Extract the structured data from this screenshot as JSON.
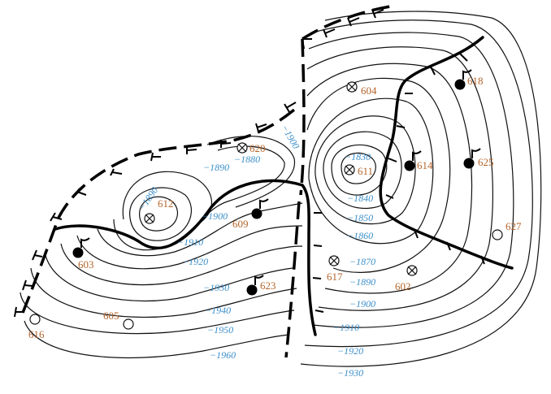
{
  "colors": {
    "contour_label": "#3b8fc9",
    "well_label": "#b5652b",
    "line": "#111111",
    "background": "#ffffff"
  },
  "map": {
    "contour_labels": [
      {
        "text": "−1830"
      },
      {
        "text": "−1840"
      },
      {
        "text": "−1850"
      },
      {
        "text": "−1860"
      },
      {
        "text": "−1870"
      },
      {
        "text": "−1890"
      },
      {
        "text": "−1900"
      },
      {
        "text": "−1910"
      },
      {
        "text": "−1920"
      },
      {
        "text": "−1930"
      },
      {
        "text": "−1900"
      },
      {
        "text": "−1880"
      },
      {
        "text": "−1890"
      },
      {
        "text": "−1890"
      },
      {
        "text": "−1900"
      },
      {
        "text": "−1910"
      },
      {
        "text": "−1920"
      },
      {
        "text": "−1930"
      },
      {
        "text": "−1940"
      },
      {
        "text": "−1950"
      },
      {
        "text": "−1960"
      }
    ],
    "wells": [
      {
        "id": "604",
        "symbol": "crossed-circle"
      },
      {
        "id": "618",
        "symbol": "producer"
      },
      {
        "id": "620",
        "symbol": "crossed-circle"
      },
      {
        "id": "611",
        "symbol": "crossed-circle"
      },
      {
        "id": "614",
        "symbol": "producer"
      },
      {
        "id": "625",
        "symbol": "producer"
      },
      {
        "id": "612",
        "symbol": "crossed-circle"
      },
      {
        "id": "609",
        "symbol": "producer"
      },
      {
        "id": "627",
        "symbol": "open-circle"
      },
      {
        "id": "603",
        "symbol": "producer"
      },
      {
        "id": "617",
        "symbol": "crossed-circle"
      },
      {
        "id": "602",
        "symbol": "crossed-circle"
      },
      {
        "id": "623",
        "symbol": "producer"
      },
      {
        "id": "605",
        "symbol": "open-circle"
      },
      {
        "id": "616",
        "symbol": "open-circle"
      }
    ]
  }
}
